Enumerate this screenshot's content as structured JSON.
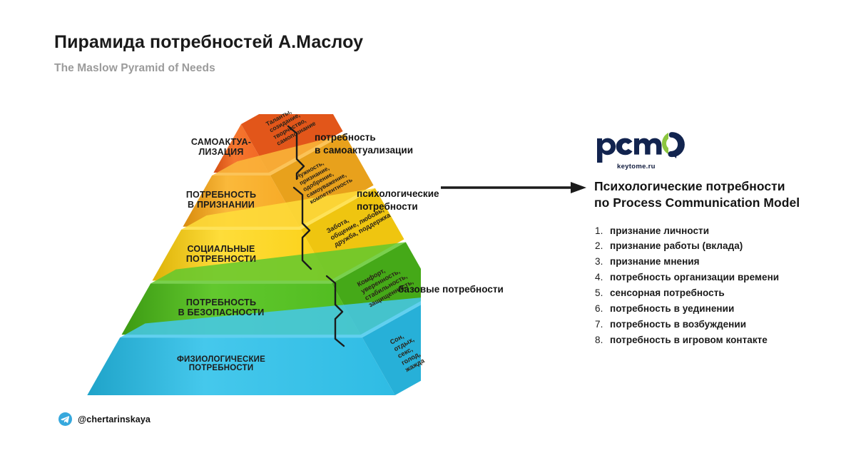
{
  "header": {
    "title": "Пирамида потребностей А.Маслоу",
    "subtitle": "The Maslow Pyramid of Needs"
  },
  "pyramid": {
    "levels": [
      {
        "id": "self-actualization",
        "face_label": "САМОАКТУА-\nЛИЗАЦИЯ",
        "side_label": "Таланты,\nсозидание,\nтворчество,\nсамопознание",
        "color": "#F26522",
        "color_light": "#F4762F",
        "color_dark": "#D44F12",
        "color_side": "#E2561A"
      },
      {
        "id": "esteem",
        "face_label": "ПОТРЕБНОСТЬ\nВ ПРИЗНАНИИ",
        "side_label": "Нужность,\nпризнание,\nодобрение,\nсамоуважение,\nкомпетентность",
        "color": "#F7A823",
        "color_light": "#FAB93B",
        "color_dark": "#D98B0D",
        "color_side": "#E8A11C"
      },
      {
        "id": "social",
        "face_label": "СОЦИАЛЬНЫЕ\nПОТРЕБНОСТИ",
        "side_label": "Забота,\nобщение, любовь,\nдружба, поддержка",
        "color": "#FBD117",
        "color_light": "#FEDD3A",
        "color_dark": "#DDB208",
        "color_side": "#EFC510"
      },
      {
        "id": "safety",
        "face_label": "ПОТРЕБНОСТЬ\nВ БЕЗОПАСНОСТИ",
        "side_label": "Комфорт,\nуверенность,\nстабильность,\nзащищенность,",
        "color": "#4FBB1F",
        "color_light": "#62C82E",
        "color_dark": "#3C9A13",
        "color_side": "#45A918"
      },
      {
        "id": "physiological",
        "face_label": "ФИЗИОЛОГИЧЕСКИЕ\nПОТРЕБНОСТИ",
        "side_label": "Сон,\nотдых, секс,\nголод, жажда",
        "color": "#2FBCE4",
        "color_light": "#45C8EC",
        "color_dark": "#1FA3C9",
        "color_side": "#27B0D8"
      }
    ]
  },
  "brackets": [
    {
      "id": "self-actualization-bracket",
      "label": "потребность\nв самоактуализации"
    },
    {
      "id": "psychological-bracket",
      "label": "психологические\nпотребности"
    },
    {
      "id": "basic-bracket",
      "label": "базовые потребности"
    }
  ],
  "right_panel": {
    "logo": {
      "wordmark": "pcm",
      "caption": "keytome.ru",
      "navy": "#12244F",
      "green": "#8CC63F"
    },
    "title": "Психологические потребности\nпо Process Communication Model",
    "items": [
      "признание личности",
      "признание работы (вклада)",
      "признание мнения",
      "потребность организации времени",
      "сенсорная потребность",
      "потребность в уединении",
      "потребность в возбуждении",
      "потребность в игровом контакте"
    ]
  },
  "credit": {
    "handle": "@chertarinskaya",
    "icon_color": "#36A8DD"
  }
}
